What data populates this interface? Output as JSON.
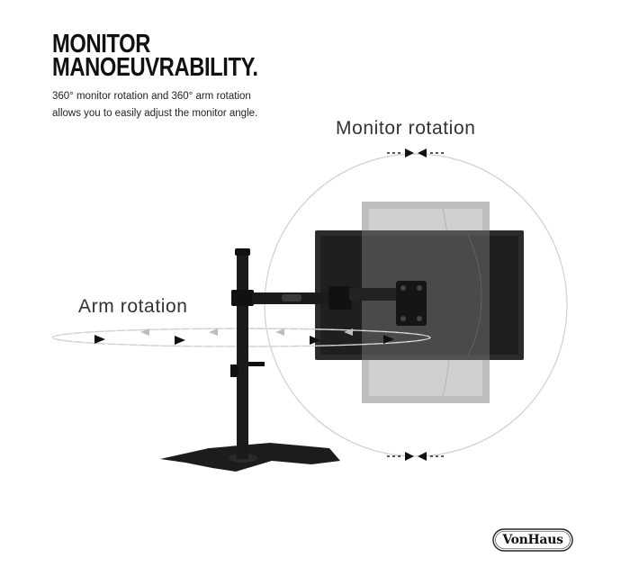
{
  "heading": {
    "line1": "MONITOR",
    "line2": "MANOEUVRABILITY."
  },
  "description": {
    "line1": "360° monitor rotation and 360° arm rotation",
    "line2": "allows you to easily adjust the monitor angle."
  },
  "labels": {
    "monitor_rotation": "Monitor rotation",
    "arm_rotation": "Arm rotation"
  },
  "brand": {
    "name": "VonHaus"
  }
}
